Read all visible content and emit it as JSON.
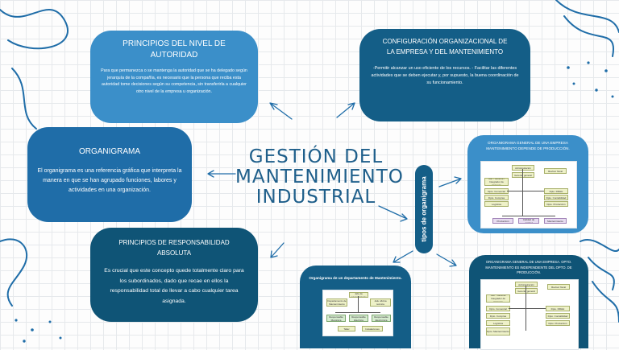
{
  "title": {
    "line1": "GESTIÓN DEL",
    "line2": "MANTENIMIENTO",
    "line3": "INDUSTRIAL"
  },
  "principios_autoridad": {
    "heading": "PRINCIPIOS DEL NIVEL DE AUTORIDAD",
    "body": "Para que permanezca o se mantenga la autoridad que se ha delegado según jerarquía de la compañía, es necesario que la persona que reciba esta autoridad tome decisiones según su competencia, sin transferirla a cualquier otro nivel de la empresa u organización."
  },
  "configuracion": {
    "heading": "CONFIGURACIÓN ORGANIZACIONAL DE LA EMPRESA Y DEL MANTENIMIENTO",
    "body": "-Permitir alcanzar un uso eficiente de los recursos. - Facilitar las diferentes actividades que se deben ejecutar y, por supuesto, la buena coordinación de su funcionamiento."
  },
  "organigrama": {
    "heading": "ORGANIGRAMA",
    "body": "El organigrama es una referencia gráfica que interpreta la manera en que se han agrupado funciones, labores y actividades en una organización."
  },
  "responsabilidad": {
    "heading": "PRINCIPIOS DE RESPONSABILIDAD ABSOLUTA",
    "body": "Es crucial que este concepto quede totalmente claro para los subordinados, dado que recae en ellos la responsabilidad total de llevar a cabo cualquier tarea asignada."
  },
  "tipos_label": "tipos de organigrama",
  "tipo_dependiente": {
    "caption": "ORGANIGRAMA GENERAL DE UNA EMPRESA MANTENIMIENTO DEPENDE DE PRODUCCIÓN.",
    "boxes": [
      "Administración",
      "Revisor fiscal",
      "Gerente general",
      "Sub - Gerente / Integrador de sistemas",
      "Dpto. Comercial",
      "Dpto. RRHH",
      "Dpto. Compras",
      "Dpto. Contabilidad",
      "Logística",
      "Dpto. Producción",
      "Producción",
      "Calidad de control",
      "Mantenimiento"
    ]
  },
  "tipo_independiente": {
    "caption": "ORGANIGRAMA GENERAL DE UNA EMPRESA. OPTO. MANTENIMIENTO ES INDEPENDIENTE DEL OPTO. DE PRODUCCIÓN.",
    "boxes": [
      "Administración",
      "Revisor fiscal",
      "Gerente general",
      "Sub - Gerente Integrador de sistemas",
      "Dpto. Comercial",
      "Dpto. RRHH",
      "Dpto. Compras",
      "Dpto. Contabilidad",
      "Logística",
      "Dpto. Producción",
      "Dpto. Mantenimiento"
    ]
  },
  "tipo_departamento": {
    "caption": "Organigrama de un departamento de Mantenimiento.",
    "boxes": [
      "Jefe de mantenimiento",
      "Departamento de Mantenimiento",
      "Jefe oficina técnica",
      "Responsable Mecánica",
      "Responsable Eléctrica",
      "Responsable Electrónica",
      "Taller",
      "Instalaciones"
    ]
  },
  "colors": {
    "light_card": "#3b8fc9",
    "dark_card": "#145e87",
    "title": "#1f5f8b",
    "grid": "#e6e9ec"
  }
}
